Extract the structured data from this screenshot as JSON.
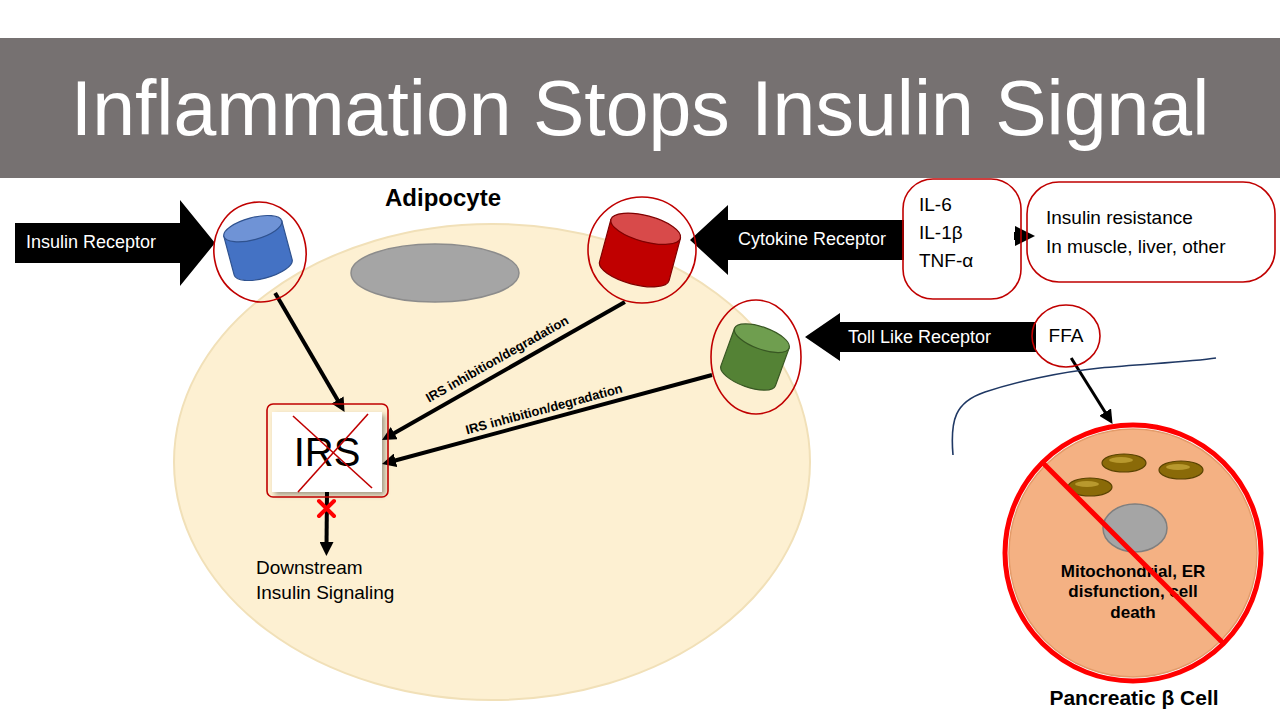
{
  "diagram": {
    "title": "Inflammation Stops Insulin Signal",
    "nodes": [
      {
        "text": [
          "Adipocyte"
        ]
      },
      {
        "text": [
          "Insulin Receptor"
        ]
      },
      {
        "text": [
          "Cytokine Receptor"
        ]
      },
      {
        "text": [
          "IL-6",
          "IL-1β",
          "TNF-α"
        ]
      },
      {
        "text": [
          "Insulin resistance",
          "In muscle, liver, other"
        ]
      },
      {
        "text": [
          "Toll Like Receptor"
        ]
      },
      {
        "text": [
          "FFA"
        ]
      },
      {
        "text": [
          "IRS"
        ],
        "in": 0
      },
      {
        "text": [
          "Downstream Insulin Signaling"
        ],
        "in": 0
      },
      {
        "text": [
          "Mitochondrial, ER disfunction, cell death",
          "Pancreatic β Cell"
        ]
      }
    ],
    "edges": [
      {
        "from": 1,
        "to": 7,
        "arrow": "to"
      },
      {
        "from": 2,
        "to": 7,
        "label": "IRS inhibition/degradation",
        "arrow": "to"
      },
      {
        "from": 5,
        "to": 7,
        "label": "IRS inhibition/degradation",
        "arrow": "to"
      },
      {
        "from": 7,
        "to": 8,
        "arrow": "to"
      },
      {
        "from": 3,
        "to": 4,
        "arrow": "to"
      },
      {
        "from": 6,
        "to": 9,
        "arrow": "to"
      }
    ]
  }
}
